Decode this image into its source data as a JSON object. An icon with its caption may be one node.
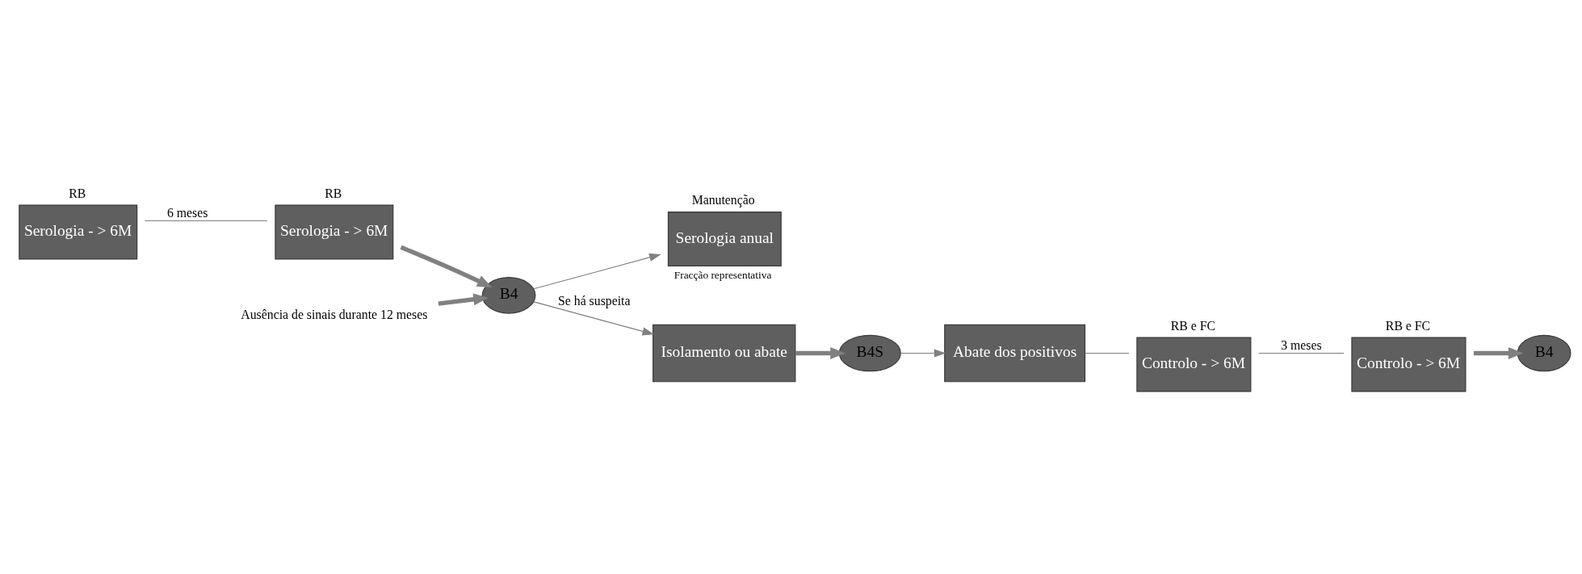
{
  "diagram": {
    "nodes": [
      {
        "text": [
          "Serologia - > 6M"
        ],
        "beside": [
          "RB"
        ]
      },
      {
        "text": [
          "Serologia - > 6M"
        ],
        "beside": [
          "RB"
        ]
      },
      {
        "text": [
          "Serologia anual"
        ],
        "beside": [
          "Manutenção",
          "Fracção representativa"
        ]
      },
      {
        "text": [
          "B4"
        ]
      },
      {
        "text": [
          "Ausência de sinais durante 12 meses"
        ]
      },
      {
        "text": [
          "Isolamento ou abate"
        ]
      },
      {
        "text": [
          "B4S"
        ]
      },
      {
        "text": [
          "Abate dos positivos"
        ]
      },
      {
        "text": [
          "Controlo - > 6M"
        ],
        "beside": [
          "RB e FC"
        ]
      },
      {
        "text": [
          "Controlo - > 6M"
        ],
        "beside": [
          "RB e FC"
        ]
      },
      {
        "text": [
          "B4"
        ]
      }
    ],
    "edges": [
      {
        "from": 0,
        "to": 1,
        "arrow": "none",
        "label": "6 meses"
      },
      {
        "from": 1,
        "to": 3,
        "arrow": "to",
        "style": "thick"
      },
      {
        "from": 4,
        "to": 3,
        "arrow": "to",
        "style": "thick"
      },
      {
        "from": 3,
        "to": 2,
        "arrow": "to"
      },
      {
        "from": 3,
        "to": 5,
        "arrow": "to",
        "label": "Se há suspeita"
      },
      {
        "from": 5,
        "to": 6,
        "arrow": "to",
        "style": "thick"
      },
      {
        "from": 6,
        "to": 7,
        "arrow": "to"
      },
      {
        "from": 7,
        "to": 8,
        "arrow": "none"
      },
      {
        "from": 8,
        "to": 9,
        "arrow": "none",
        "label": "3 meses"
      },
      {
        "from": 9,
        "to": 10,
        "arrow": "to",
        "style": "thick"
      }
    ]
  }
}
